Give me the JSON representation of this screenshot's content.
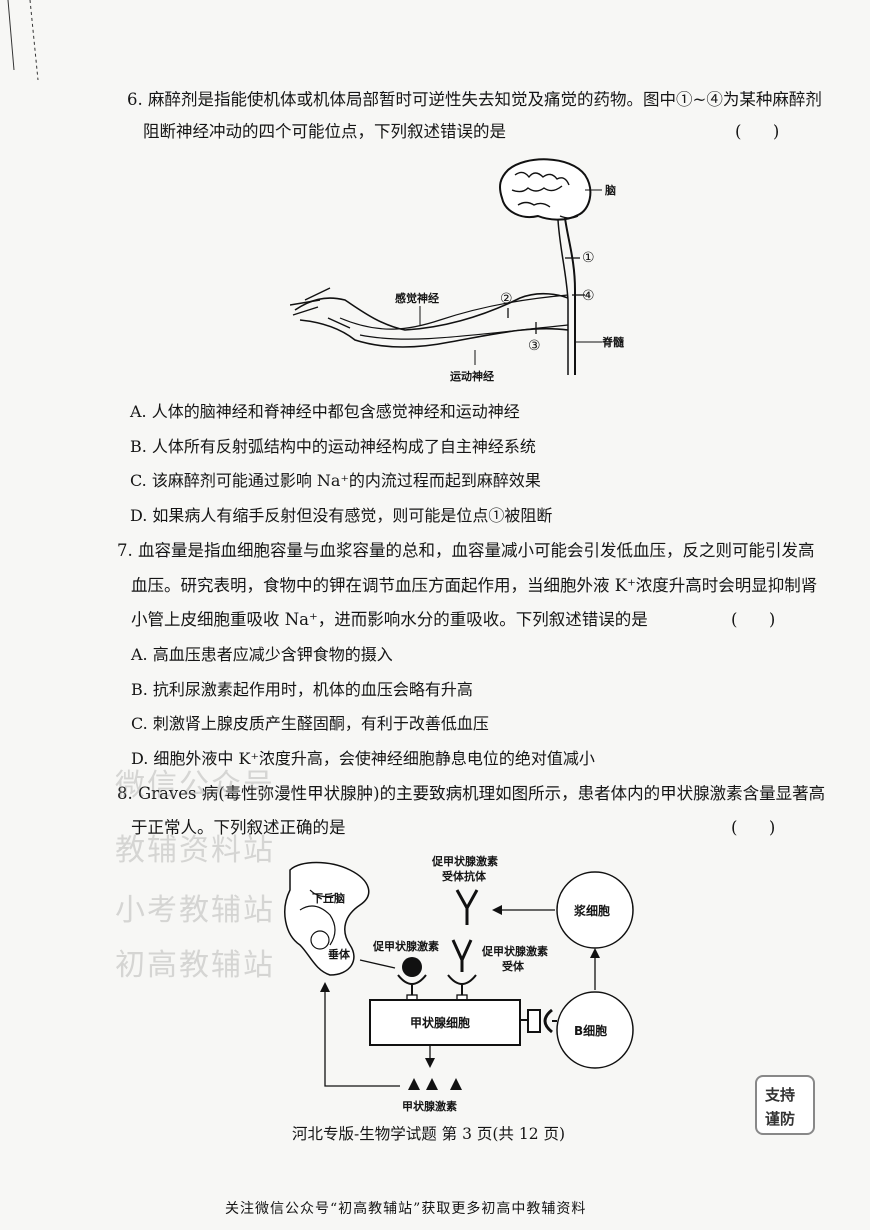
{
  "questions": {
    "q6": {
      "line1": "6. 麻醉剂是指能使机体或机体局部暂时可逆性失去知觉及痛觉的药物。图中①~④为某种麻醉剂",
      "line2": "阻断神经冲动的四个可能位点，下列叙述错误的是",
      "paren": "(      )",
      "options": [
        "A. 人体的脑神经和脊神经中都包含感觉神经和运动神经",
        "B. 人体所有反射弧结构中的运动神经构成了自主神经系统",
        "C. 该麻醉剂可能通过影响 Na⁺的内流过程而起到麻醉效果",
        "D. 如果病人有缩手反射但没有感觉，则可能是位点①被阻断"
      ],
      "figure": {
        "brain": "脑",
        "spinal": "脊髓",
        "sensory": "感觉神经",
        "motor": "运动神经",
        "p1": "①",
        "p2": "②",
        "p3": "③",
        "p4": "④"
      }
    },
    "q7": {
      "line1": "7. 血容量是指血细胞容量与血浆容量的总和，血容量减小可能会引发低血压，反之则可能引发高",
      "line2": "血压。研究表明，食物中的钾在调节血压方面起作用，当细胞外液 K⁺浓度升高时会明显抑制肾",
      "line3": "小管上皮细胞重吸收 Na⁺，进而影响水分的重吸收。下列叙述错误的是",
      "paren": "(      )",
      "options": [
        "A. 高血压患者应减少含钾食物的摄入",
        "B. 抗利尿激素起作用时，机体的血压会略有升高",
        "C. 刺激肾上腺皮质产生醛固酮，有利于改善低血压",
        "D. 细胞外液中 K⁺浓度升高，会使神经细胞静息电位的绝对值减小"
      ]
    },
    "q8": {
      "line1": "8. Graves 病(毒性弥漫性甲状腺肿)的主要致病机理如图所示，患者体内的甲状腺激素含量显著高",
      "line2": "于正常人。下列叙述正确的是",
      "paren": "(      )",
      "figure": {
        "hypothalamus": "下丘脑",
        "pituitary": "垂体",
        "tsh": "促甲状腺激素",
        "antibody_l1": "促甲状腺激素",
        "antibody_l2": "受体抗体",
        "receptor_l1": "促甲状腺激素",
        "receptor_l2": "受体",
        "plasma": "浆细胞",
        "bcell": "B细胞",
        "thyroid_cell": "甲状腺细胞",
        "thyroid_hormone": "甲状腺激素"
      }
    }
  },
  "footer": "河北专版-生物学试题   第 3 页(共 12 页)",
  "bottom_note": "关注微信公众号“初高教辅站”获取更多初高中教辅资料",
  "watermarks": [
    "微信公众号",
    "教辅资料站",
    "小考教辅站",
    "初高教辅站"
  ],
  "side_stamp": [
    "支持",
    "谨防"
  ]
}
